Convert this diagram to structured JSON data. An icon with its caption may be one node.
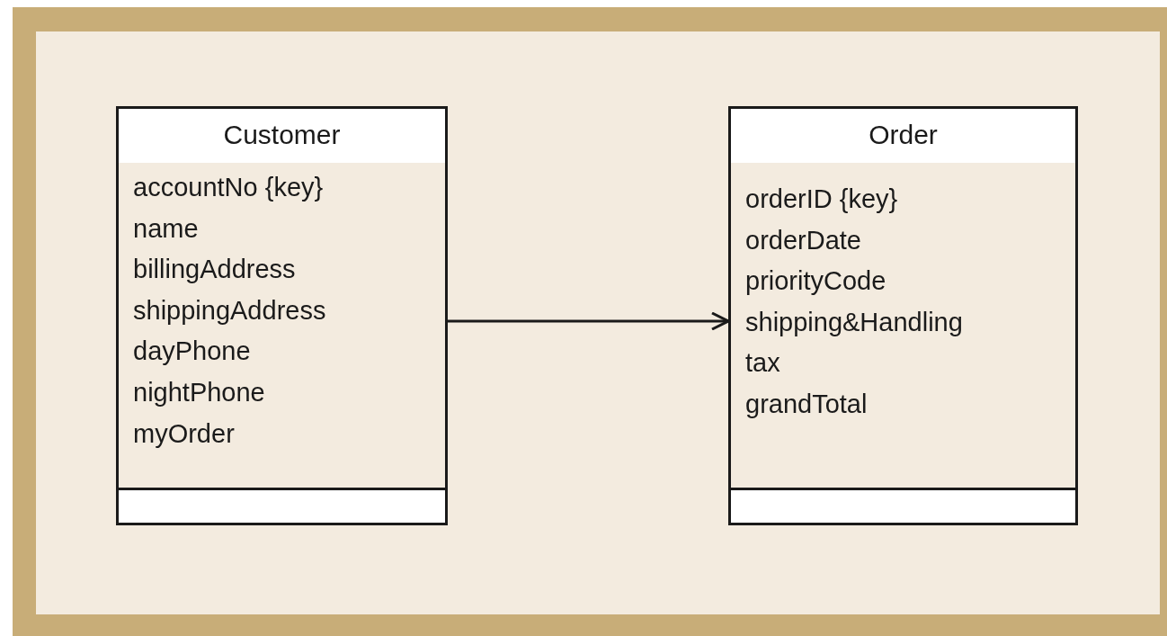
{
  "diagram": {
    "nodes": [
      {
        "text": [
          "Customer",
          "accountNo {key}",
          "name",
          "billingAddress",
          "shippingAddress",
          "dayPhone",
          "nightPhone",
          "myOrder"
        ]
      },
      {
        "text": [
          "Order",
          "orderID {key}",
          "orderDate",
          "priorityCode",
          "shipping&Handling",
          "tax",
          "grandTotal"
        ]
      }
    ],
    "edges": [
      {
        "from": 0,
        "to": 1,
        "arrow": "to"
      }
    ]
  }
}
